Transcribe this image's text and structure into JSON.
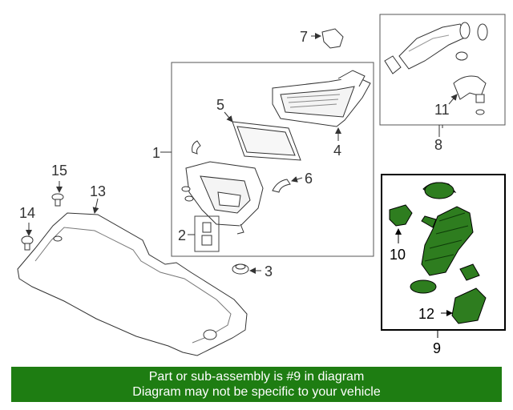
{
  "callouts": {
    "c1": "1",
    "c2": "2",
    "c3": "3",
    "c4": "4",
    "c5": "5",
    "c6": "6",
    "c7": "7",
    "c8": "8",
    "c9": "9",
    "c10": "10",
    "c11": "11",
    "c12": "12",
    "c13": "13",
    "c14": "14",
    "c15": "15"
  },
  "banner": {
    "line1": "Part or sub-assembly is #9 in diagram",
    "line2": "Diagram may not be specific to your vehicle"
  },
  "colors": {
    "line": "#333333",
    "highlight_fill": "#2e7d1f",
    "highlight_border": "#000000",
    "banner": "#1e7d12"
  }
}
